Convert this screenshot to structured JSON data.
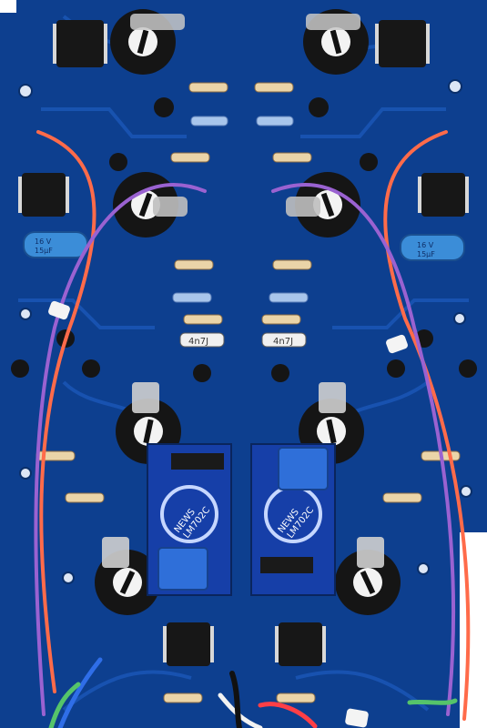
{
  "photo": {
    "subject": "Blue audio PCB with components and wiring",
    "background_color": "#ffffff",
    "pcb_color": "#0d3f8f",
    "trace_color": "#1b58b8",
    "wire_colors": {
      "orange": "#ff6b4a",
      "purple": "#9a62d1",
      "blue": "#2f6ee8",
      "green": "#55c46a",
      "white": "#f2f2f2",
      "red": "#ff3f46"
    }
  },
  "labels": {
    "cap_left_top": "4n7J",
    "cap_right_top": "4n7J",
    "cap_left_rating": "16 V",
    "cap_left_value": "15µF",
    "cap_right_rating": "16 V",
    "cap_right_value": "15µF",
    "module_left_brand": "NEWS",
    "module_left_model": "LM702C",
    "module_right_brand": "NEWS",
    "module_right_model": "LM702C"
  }
}
